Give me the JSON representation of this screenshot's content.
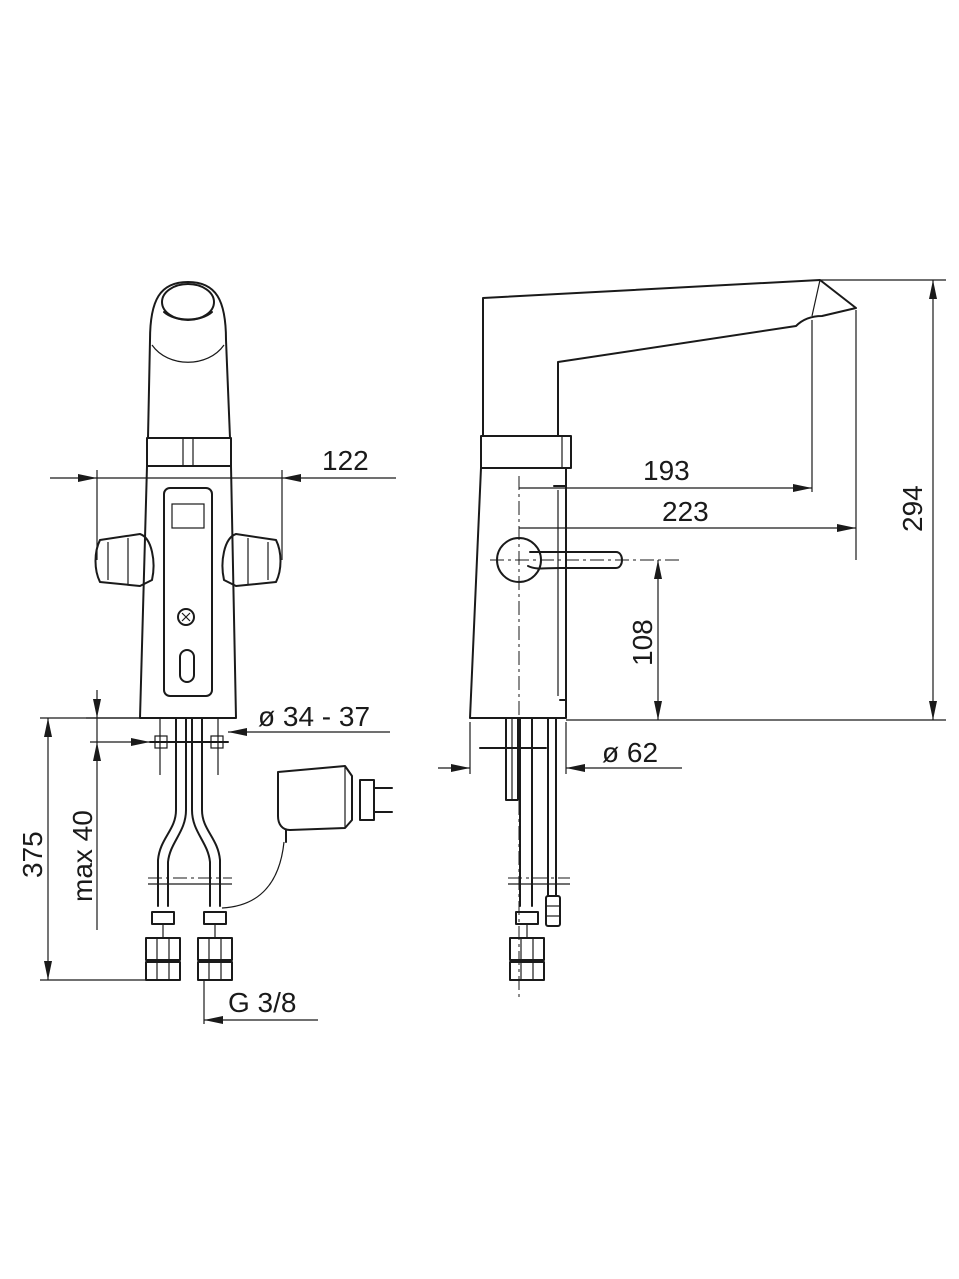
{
  "dimensions": {
    "width_front": "122",
    "hole_diameter": "ø 34 - 37",
    "total_length": "375",
    "max_height": "max 40",
    "connection": "G 3/8",
    "reach_193": "193",
    "reach_223": "223",
    "height_294": "294",
    "lever_height": "108",
    "base_diameter": "ø 62"
  }
}
